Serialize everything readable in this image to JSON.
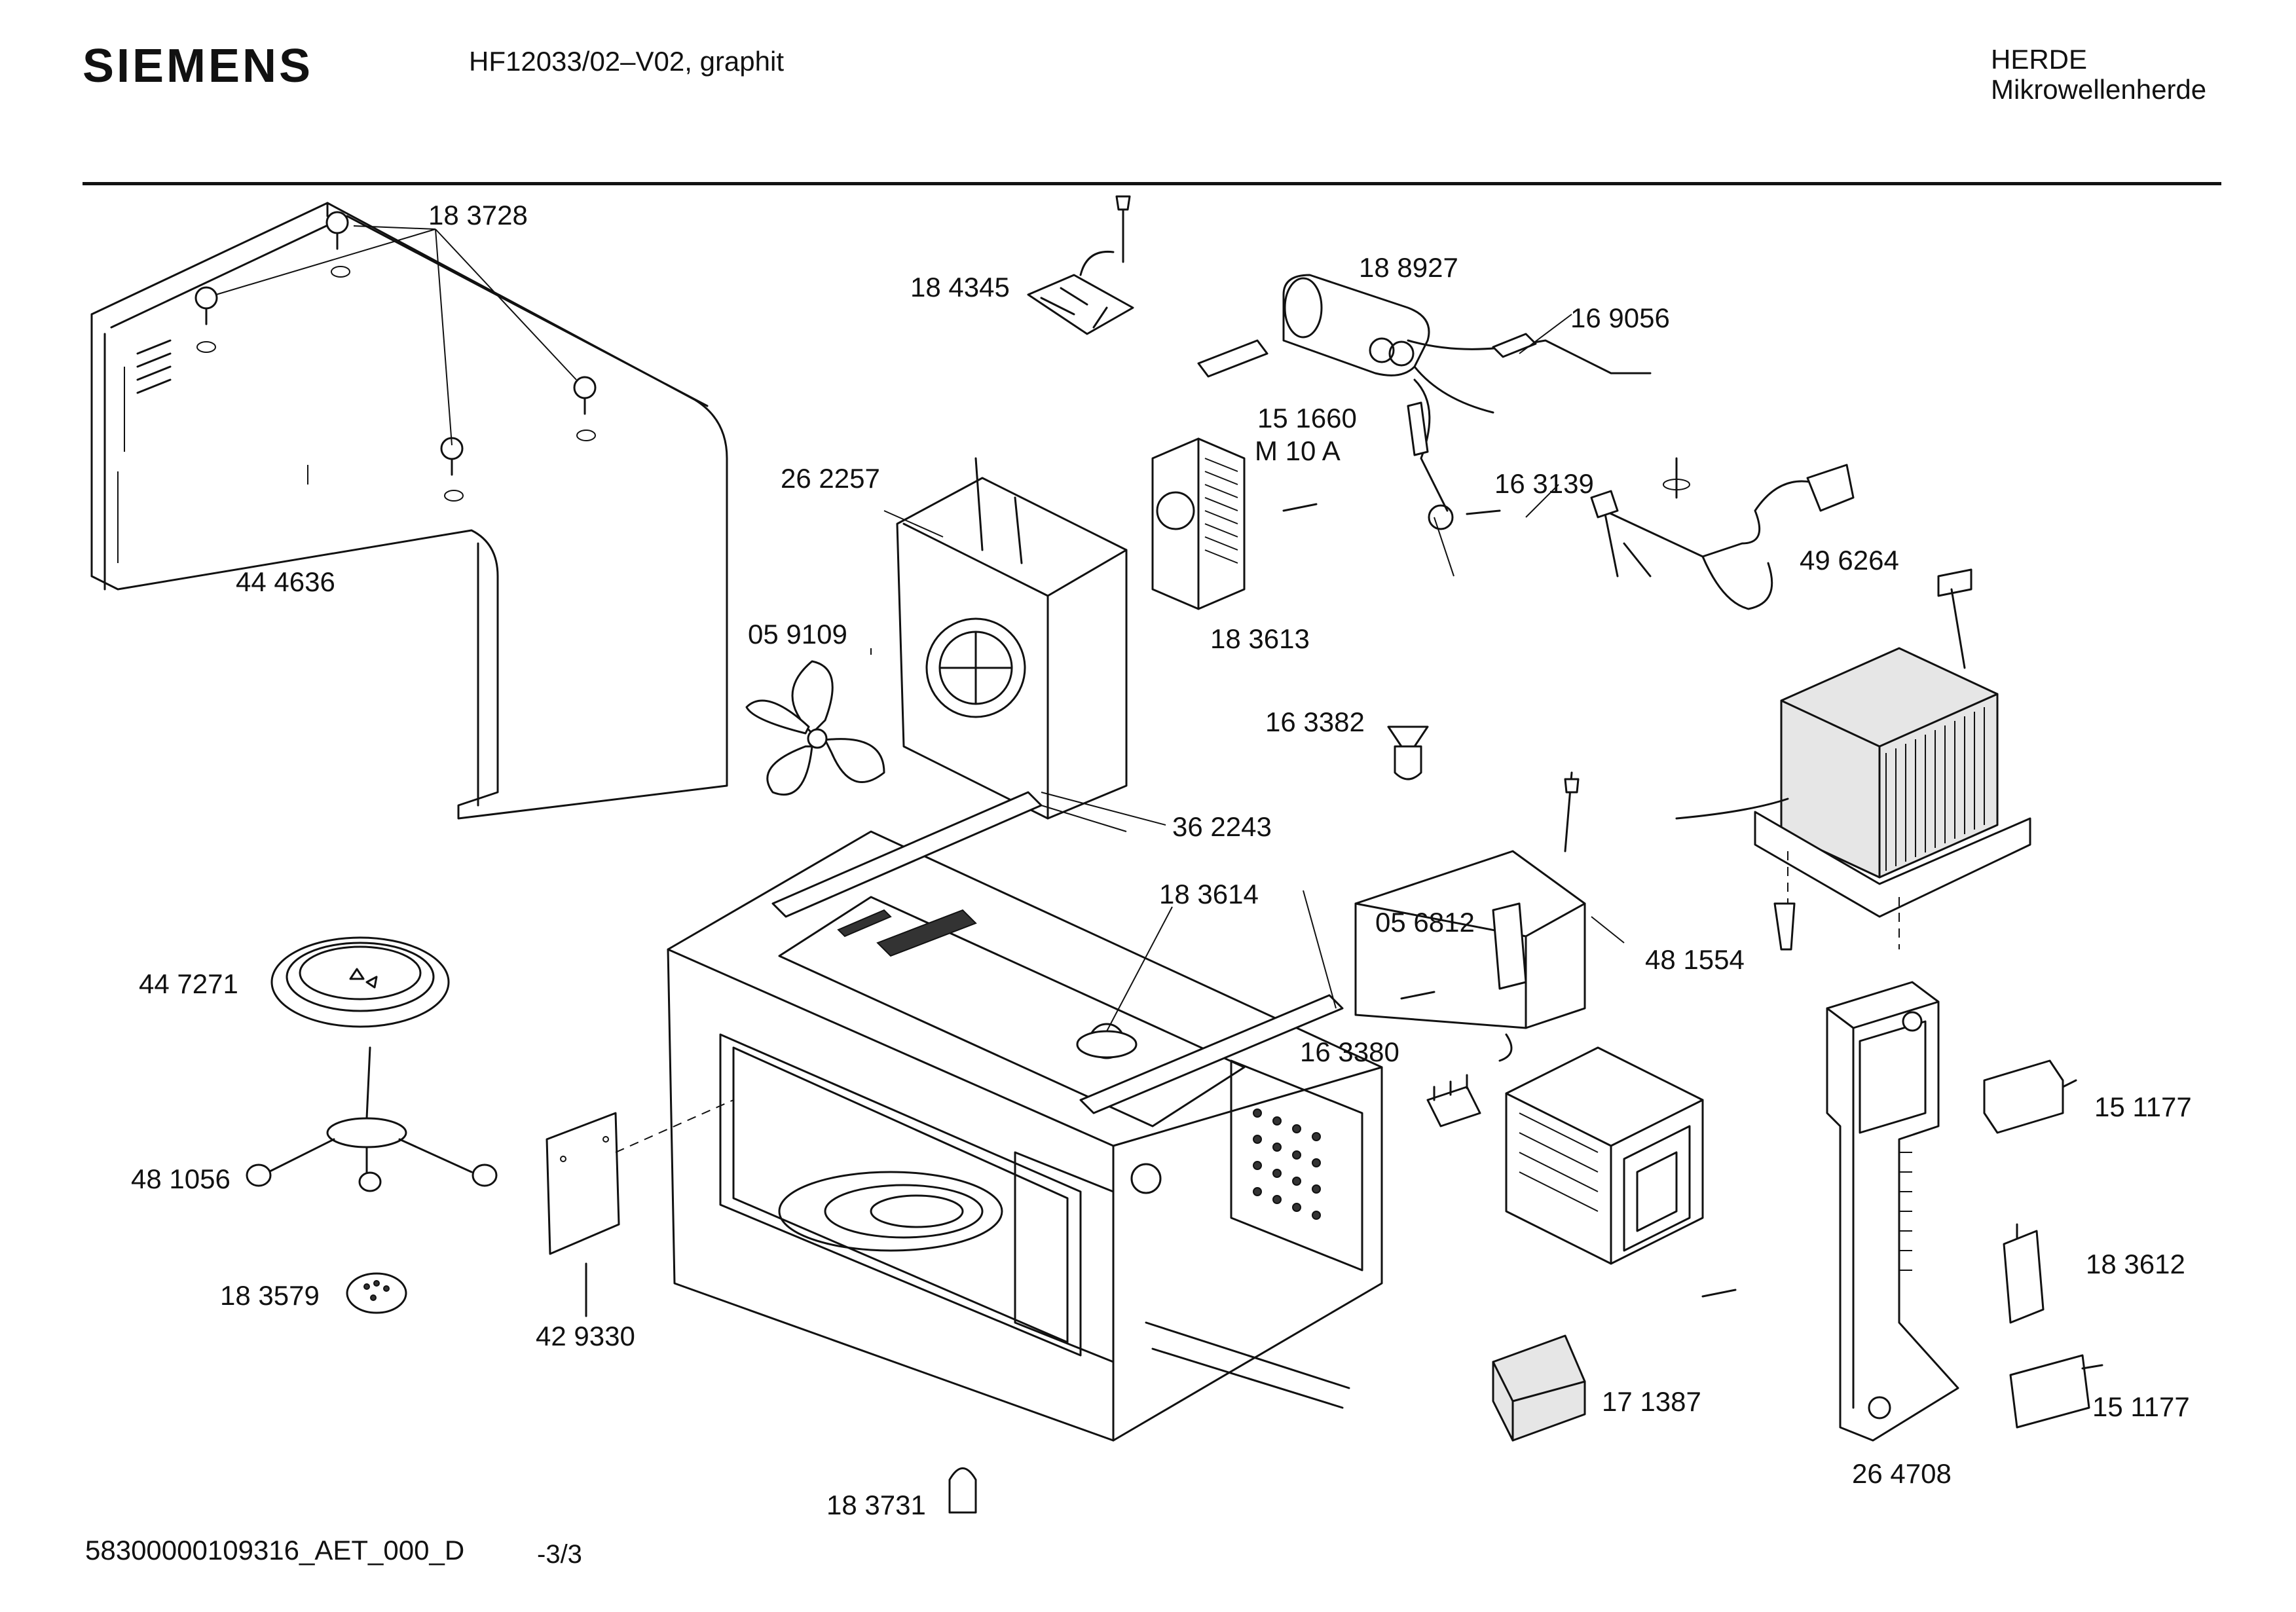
{
  "header": {
    "brand": "SIEMENS",
    "model": "HF12033/02–V02, graphit",
    "category_line1": "HERDE",
    "category_line2": "Mikrowellenherde"
  },
  "footer": {
    "document_number": "58300000109316_AET_000_D",
    "page": "-3/3"
  },
  "parts": [
    {
      "number": "18 3728",
      "name": "screw-part-183728"
    },
    {
      "number": "18 4345",
      "name": "thermostat-part-184345"
    },
    {
      "number": "18 8927",
      "name": "capacitor-part-188927"
    },
    {
      "number": "16 9056",
      "name": "cable-part-169056"
    },
    {
      "number": "15 1660",
      "name": "fuse-part-151660"
    },
    {
      "number": "M 10 A",
      "name": "fuse-rating-label"
    },
    {
      "number": "16 3139",
      "name": "diode-part-163139"
    },
    {
      "number": "26 2257",
      "name": "fan-bracket-part-262257"
    },
    {
      "number": "44 4636",
      "name": "cabinet-cover-part-444636"
    },
    {
      "number": "05 9109",
      "name": "fan-blade-part-059109"
    },
    {
      "number": "18 3613",
      "name": "fan-motor-part-183613"
    },
    {
      "number": "49 6264",
      "name": "power-cord-part-496264"
    },
    {
      "number": "16 3382",
      "name": "lamp-part-163382"
    },
    {
      "number": "36 2243",
      "name": "rail-part-362243"
    },
    {
      "number": "18 3614",
      "name": "turntable-coupler-part-183614"
    },
    {
      "number": "05 6812",
      "name": "switch-holder-part-056812"
    },
    {
      "number": "48 1554",
      "name": "bracket-part-481554"
    },
    {
      "number": "44 7271",
      "name": "glass-tray-part-447271"
    },
    {
      "number": "16 3380",
      "name": "thermal-fuse-part-163380"
    },
    {
      "number": "15 1177",
      "name": "microswitch-part-151177-upper"
    },
    {
      "number": "48 1056",
      "name": "roller-ring-part-481056"
    },
    {
      "number": "18 3612",
      "name": "microswitch-part-183612"
    },
    {
      "number": "18 3579",
      "name": "turntable-motor-part-183579"
    },
    {
      "number": "42 9330",
      "name": "waveguide-cover-part-429330"
    },
    {
      "number": "17 1387",
      "name": "relay-part-171387"
    },
    {
      "number": "15 1177",
      "name": "microswitch-part-151177-lower"
    },
    {
      "number": "26 4708",
      "name": "door-latch-part-264708"
    },
    {
      "number": "18 3731",
      "name": "foot-part-183731"
    }
  ]
}
